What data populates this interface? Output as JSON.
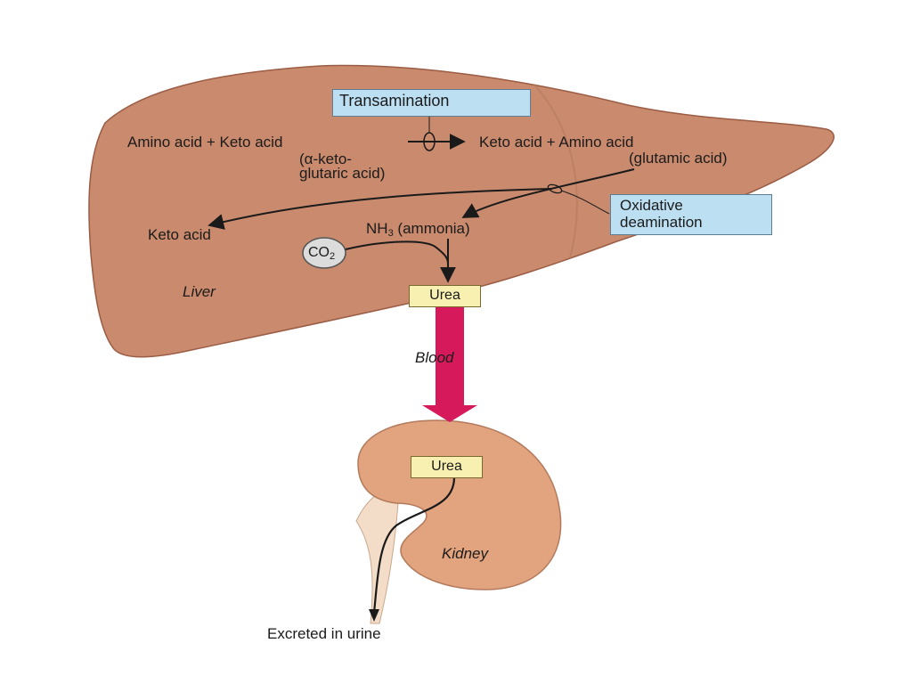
{
  "transamination": {
    "title": "Transamination",
    "left_reactant_1": "Amino acid",
    "plus_1": "+",
    "left_reactant_2": "Keto acid",
    "left_reactant_2_note_1": "(α-keto-",
    "left_reactant_2_note_2": "glutaric acid)",
    "right_product_1": "Keto acid",
    "plus_2": "+",
    "right_product_2": "Amino acid",
    "right_product_2_note": "(glutamic acid)"
  },
  "oxidative_deamination": {
    "line_1": "Oxidative",
    "line_2": "deamination"
  },
  "liver": {
    "keto_acid": "Keto acid",
    "ammonia_prefix": "NH",
    "ammonia_sub": "3",
    "ammonia_name": "(ammonia)",
    "co2_prefix": "CO",
    "co2_sub": "2",
    "urea": "Urea",
    "organ_label": "Liver"
  },
  "blood": {
    "label": "Blood"
  },
  "kidney": {
    "urea": "Urea",
    "organ_label": "Kidney",
    "excreted": "Excreted in urine"
  },
  "colors": {
    "liver_fill": "#c98a6d",
    "liver_outline": "#9a5c44",
    "kidney_fill": "#e2a37f",
    "blood_arrow": "#d6195a",
    "label_box_blue": "#bcdff2",
    "label_box_yellow": "#f7f0b0"
  }
}
